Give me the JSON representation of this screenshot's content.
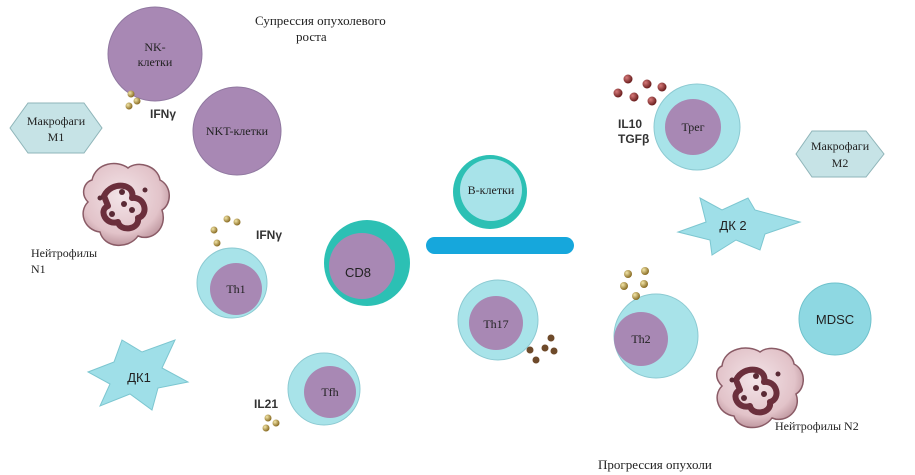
{
  "headers": {
    "suppression": [
      "Супрессия опухолевого",
      "роста"
    ],
    "progression": "Прогрессия опухоли"
  },
  "cells": {
    "nk": [
      "NK-",
      "клетки"
    ],
    "nkt": "NKT-клетки",
    "macro_m1": [
      "Макрофаги",
      "M1"
    ],
    "neutro_n1": [
      "Нейтрофилы",
      "N1"
    ],
    "th1": "Th1",
    "dc1": "ДК1",
    "tfh": "Tfh",
    "cd8": "CD8",
    "b_cells": "B-клетки",
    "th17": "Th17",
    "treg": "Трег",
    "macro_m2": [
      "Макрофаги",
      "M2"
    ],
    "dc2": "ДК 2",
    "th2": "Th2",
    "mdsc": "MDSC",
    "neutro_n2": "Нейтрофилы N2"
  },
  "cytokines": {
    "ifng_1": "IFNγ",
    "ifng_2": "IFNγ",
    "il21": "IL21",
    "il10": "IL10",
    "tgfb": "TGFβ"
  },
  "colors": {
    "purple": "#a888b4",
    "cyan_light": "#a8e3e9",
    "teal": "#2cc0b4",
    "bar_blue": "#16a7dc",
    "hex_fill": "#c6e3e6",
    "star_fill": "#9fdfe8",
    "mdsc_fill": "#8ed8e2",
    "dot_gold": "#b8a050",
    "dot_red": "#9a3838"
  }
}
